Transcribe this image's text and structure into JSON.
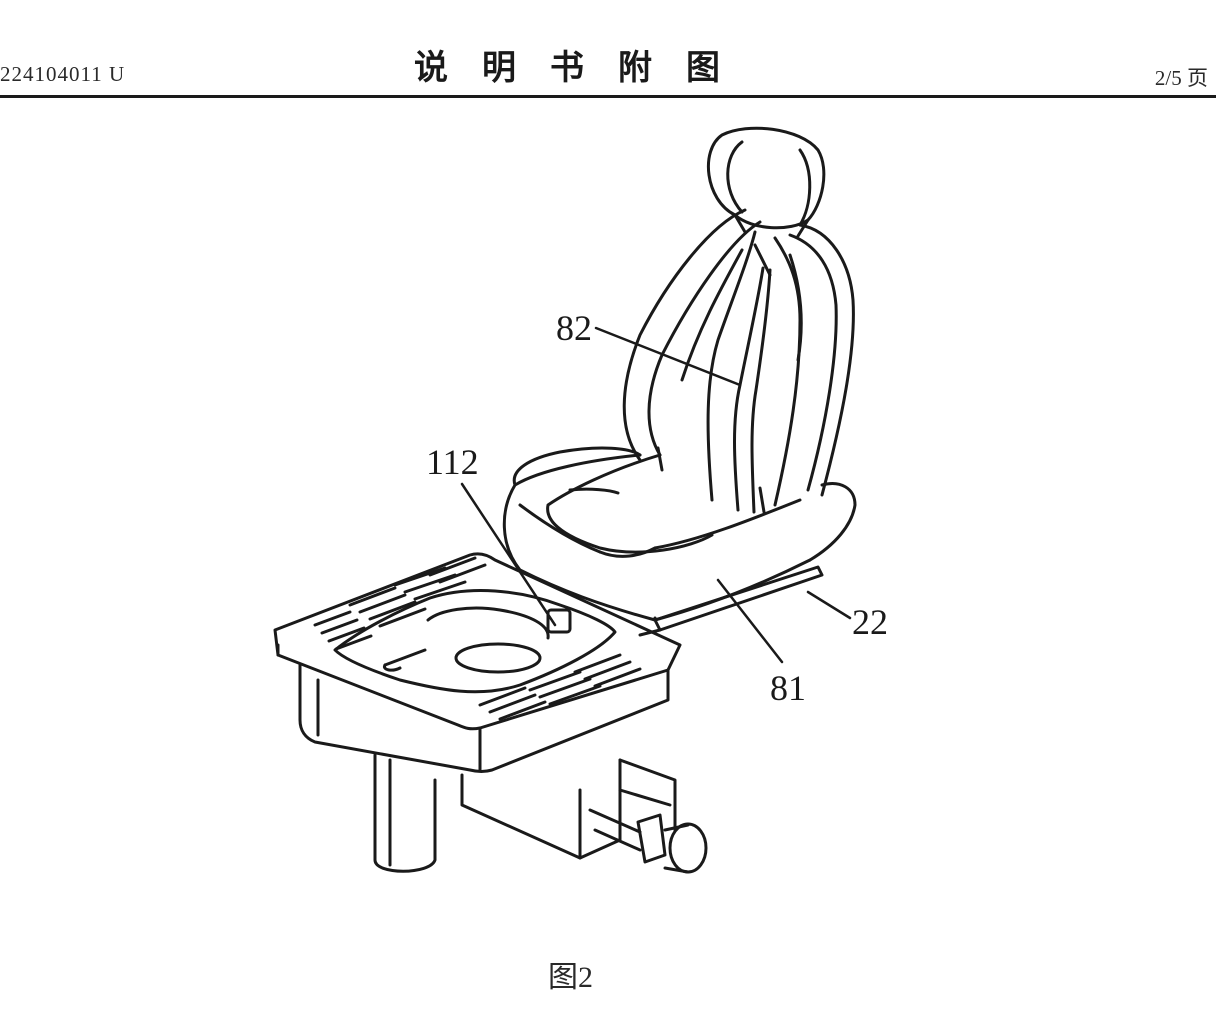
{
  "header": {
    "doc_number": "224104011 U",
    "title": "说明书附图",
    "page": "2/5 页"
  },
  "figure": {
    "labels": {
      "l82": "82",
      "l112": "112",
      "l22": "22",
      "l81": "81"
    },
    "caption": "图2"
  }
}
